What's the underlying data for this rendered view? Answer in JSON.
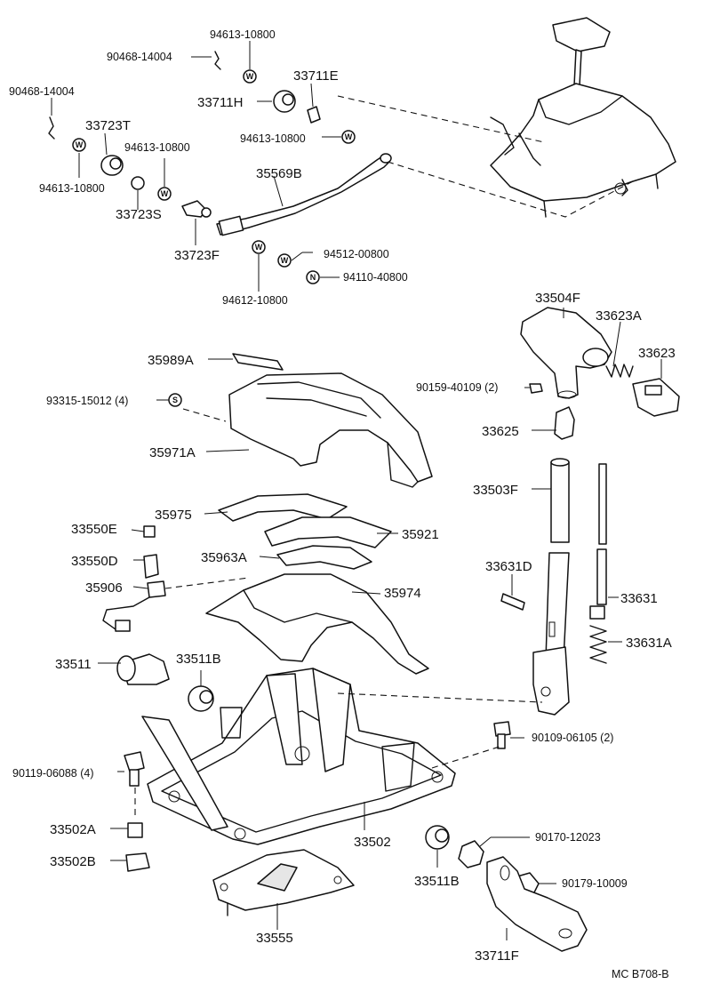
{
  "diagram_code": "MC  B708-B",
  "labels": {
    "p94613_10800_a": "94613-10800",
    "p90468_14004_a": "90468-14004",
    "p90468_14004_b": "90468-14004",
    "p33711E": "33711E",
    "p33711H": "33711H",
    "p33723T": "33723T",
    "p94613_10800_b": "94613-10800",
    "p94613_10800_c": "94613-10800",
    "p94613_10800_d": "94613-10800",
    "p35569B": "35569B",
    "p33723S": "33723S",
    "p33723F": "33723F",
    "p94512_00800": "94512-00800",
    "p94110_40800": "94110-40800",
    "p94612_10800": "94612-10800",
    "p33504F": "33504F",
    "p33623A": "33623A",
    "p33623": "33623",
    "p35989A": "35989A",
    "p90159_40109": "90159-40109 (2)",
    "p93315_15012": "93315-15012 (4)",
    "p33625": "33625",
    "p35971A": "35971A",
    "p33503F": "33503F",
    "p35975": "35975",
    "p33550E": "33550E",
    "p35921": "35921",
    "p33550D": "33550D",
    "p35963A": "35963A",
    "p33631D": "33631D",
    "p35906": "35906",
    "p35974": "35974",
    "p33631": "33631",
    "p33631A": "33631A",
    "p33511": "33511",
    "p33511B_a": "33511B",
    "p90109_06105": "90109-06105 (2)",
    "p90119_06088": "90119-06088 (4)",
    "p33502A": "33502A",
    "p33502": "33502",
    "p33511B_b": "33511B",
    "p90170_12023": "90170-12023",
    "p33502B": "33502B",
    "p90179_10009": "90179-10009",
    "p33555": "33555",
    "p33711F": "33711F"
  },
  "symbols": {
    "washer": "W",
    "nut": "N",
    "screw": "S"
  }
}
